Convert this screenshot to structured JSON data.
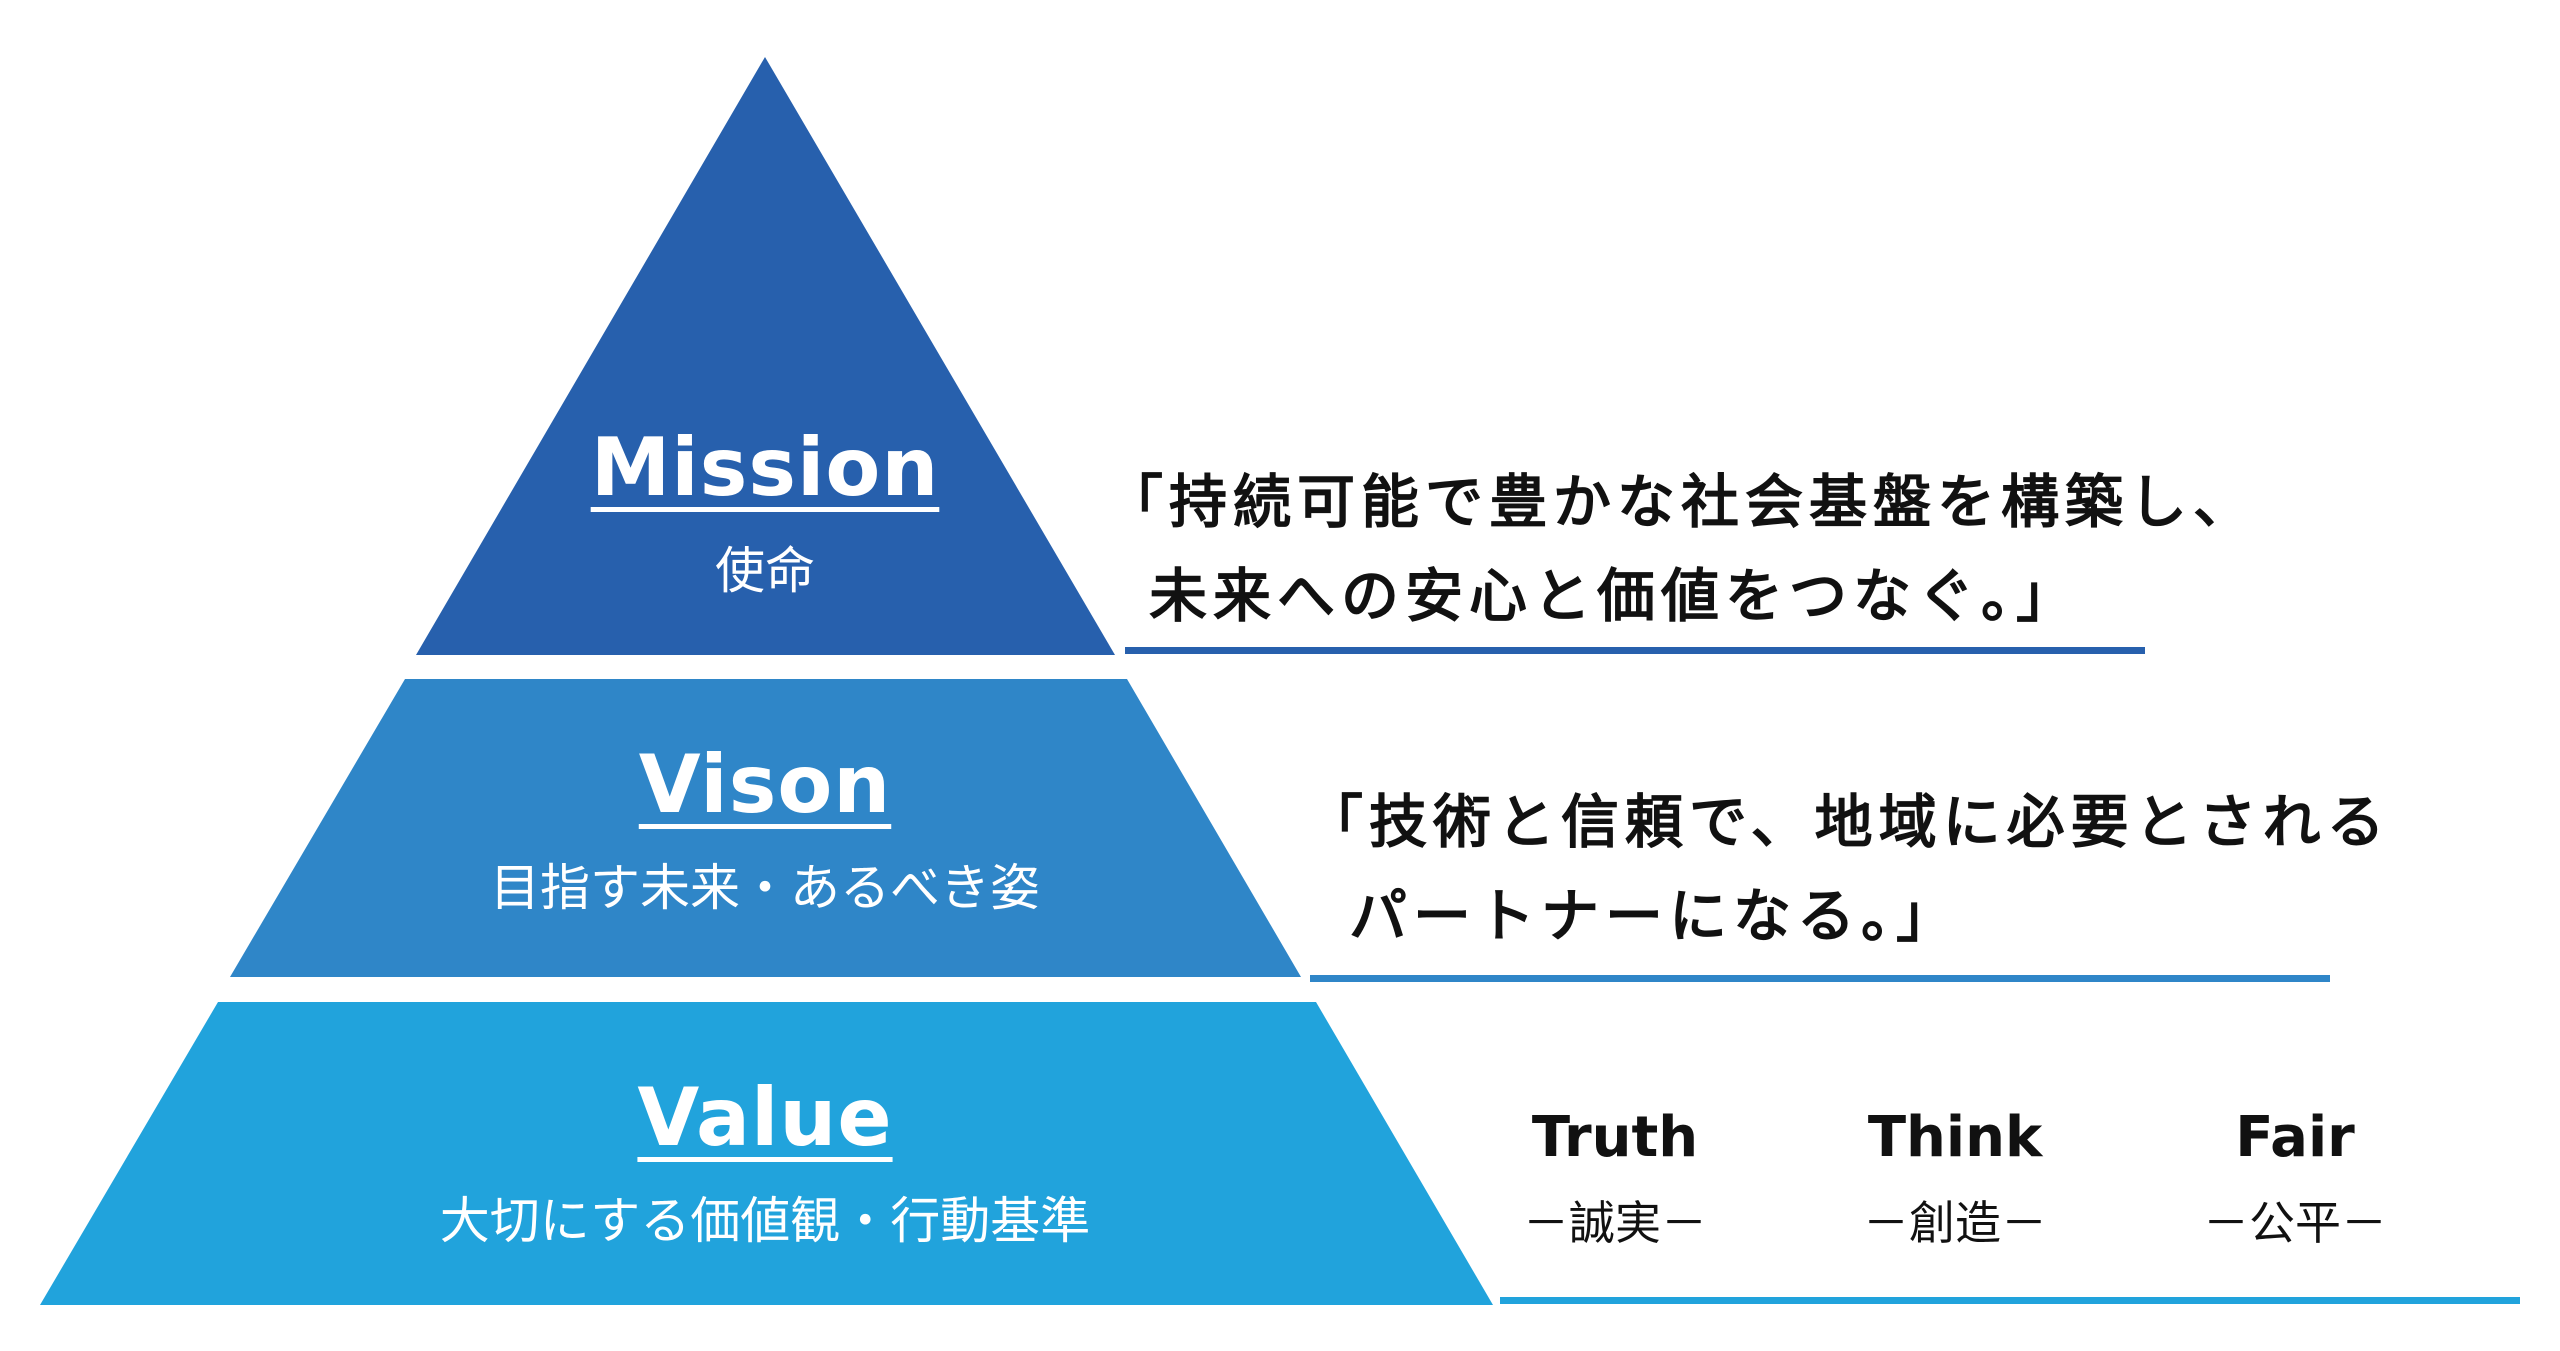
{
  "colors": {
    "mission": "#2760ad",
    "vision": "#2f86c8",
    "value": "#21a3dc",
    "text_dark": "#111111",
    "text_light": "#ffffff"
  },
  "tiers": {
    "mission": {
      "title": "Mission",
      "subtitle": "使命"
    },
    "vision": {
      "title": "Vison",
      "subtitle": "目指す未来・あるべき姿"
    },
    "value": {
      "title": "Value",
      "subtitle": "大切にする価値観・行動基準"
    }
  },
  "statements": {
    "mission": {
      "line1": "「持続可能で豊かな社会基盤を構築し、",
      "line2": "未来への安心と価値をつなぐ。」"
    },
    "vision": {
      "line1": "「技術と信頼で、地域に必要とされる",
      "line2": "パートナーになる。」"
    }
  },
  "values": [
    {
      "name": "Truth",
      "jp": "－誠実－"
    },
    {
      "name": "Think",
      "jp": "－創造－"
    },
    {
      "name": "Fair",
      "jp": "－公平－"
    }
  ]
}
